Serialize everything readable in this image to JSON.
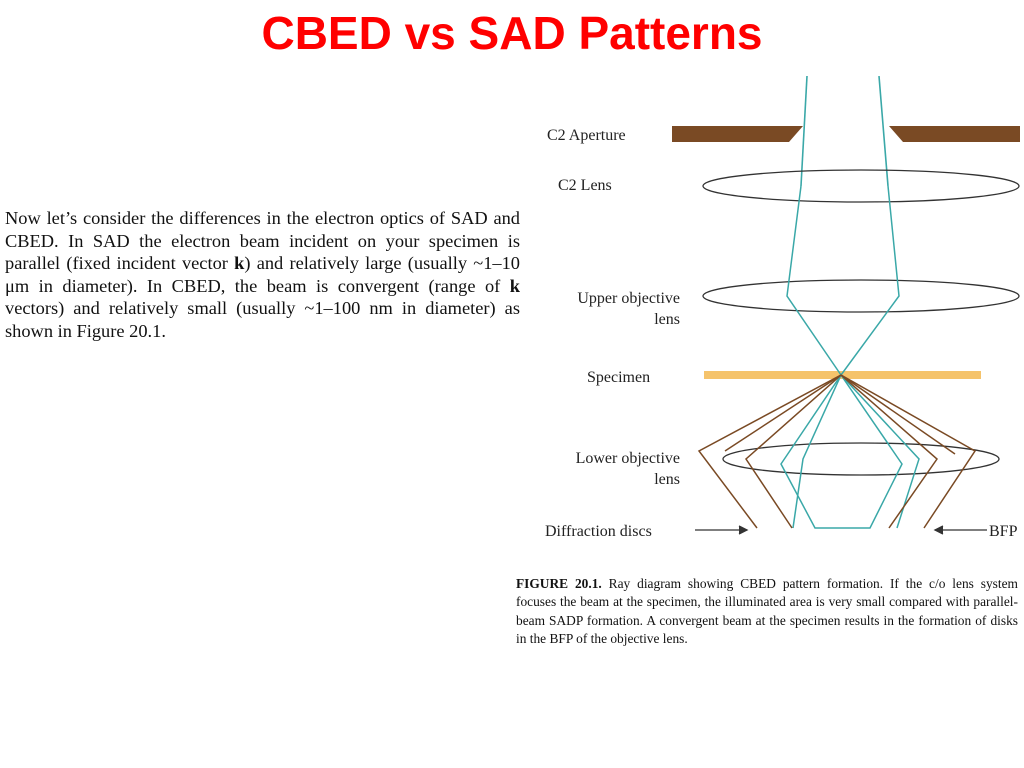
{
  "slide": {
    "title": "CBED vs SAD Patterns"
  },
  "body": {
    "p1": "Now let’s consider the differences in the electron optics of SAD and CBED. In SAD the electron beam incident on your specimen is parallel (fixed incident vector ",
    "k1": "k",
    "p2": ") and relatively large (usually ~1–10 μm in diameter). In CBED, the beam is convergent (range of ",
    "k2": "k",
    "p3": " vectors) and relatively small (usually ~1–100 nm in diameter) as shown in Figure 20.1."
  },
  "diagram": {
    "labels": {
      "c2_aperture": "C2 Aperture",
      "c2_lens": "C2 Lens",
      "upper_objective_line1": "Upper objective",
      "upper_objective_line2": "lens",
      "specimen": "Specimen",
      "lower_objective_line1": "Lower objective",
      "lower_objective_line2": "lens",
      "diffraction_discs": "Diffraction discs",
      "bfp": "BFP"
    },
    "colors": {
      "aperture": "#7a4a24",
      "specimen": "#f5c36b",
      "cyan_rays": "#3aa8a8",
      "brown_rays": "#7a4a24",
      "lens_outline": "#333333"
    }
  },
  "caption": {
    "label": "FIGURE 20.1.",
    "text": " Ray diagram showing CBED pattern formation. If the c/o lens system focuses the beam at the specimen, the illuminated area is very small compared with parallel-beam SADP formation. A convergent beam at the specimen results in the formation of disks in the BFP of the objective lens."
  }
}
